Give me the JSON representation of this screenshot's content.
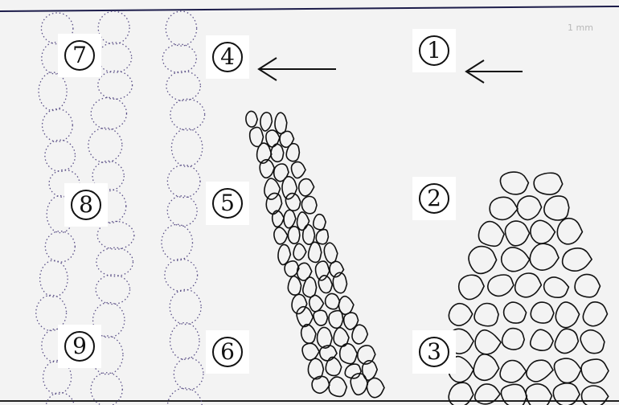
{
  "labels": [
    {
      "id": "1",
      "text": "1"
    },
    {
      "id": "2",
      "text": "2"
    },
    {
      "id": "3",
      "text": "3"
    },
    {
      "id": "4",
      "text": "4"
    },
    {
      "id": "5",
      "text": "5"
    },
    {
      "id": "6",
      "text": "6"
    },
    {
      "id": "7",
      "text": "7"
    },
    {
      "id": "8",
      "text": "8"
    },
    {
      "id": "9",
      "text": "9"
    }
  ],
  "corner_mark": "1 mm",
  "colors": {
    "background": "#f3f3f3",
    "ink": "#111111",
    "dotted": "#5a4f86"
  }
}
